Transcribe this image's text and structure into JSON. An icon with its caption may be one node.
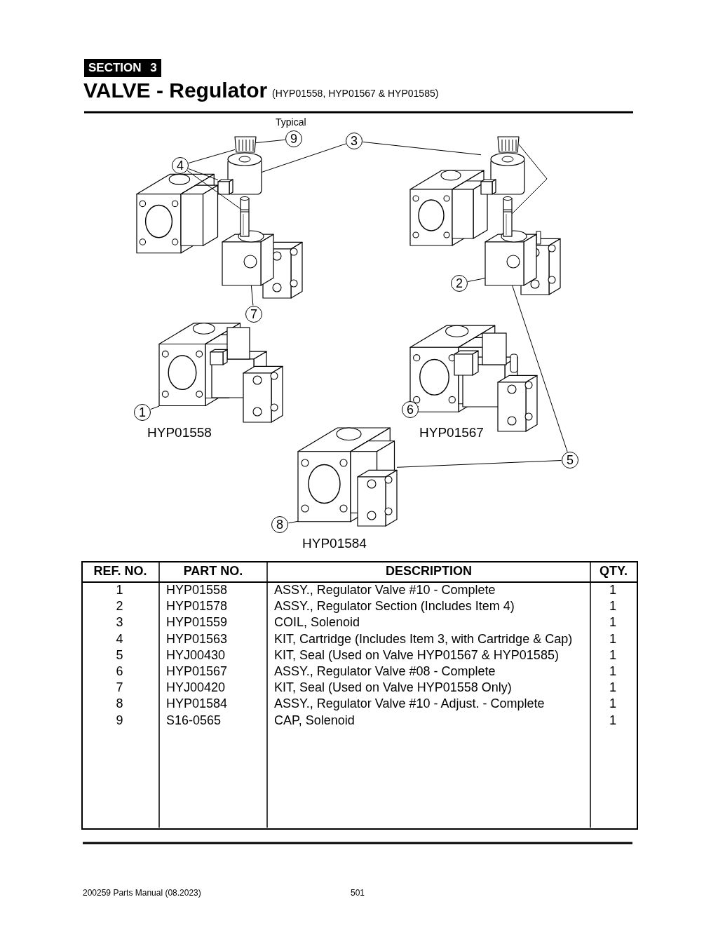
{
  "diagram": {
    "title": "VALVE - Regulator",
    "nodes": [
      {
        "text": [
          "9"
        ],
        "beside": [
          "Typical"
        ]
      },
      {
        "text": [
          "3"
        ]
      },
      {
        "text": [
          "4"
        ]
      },
      {
        "text": [
          "2"
        ]
      },
      {
        "text": [
          "7"
        ]
      },
      {
        "text": [
          "1"
        ]
      },
      {
        "text": [
          "6"
        ]
      },
      {
        "text": [
          "5"
        ]
      },
      {
        "text": [
          "8"
        ]
      },
      {
        "text": [],
        "shape": "picture"
      },
      {
        "text": [],
        "shape": "picture"
      },
      {
        "text": [],
        "shape": "picture"
      },
      {
        "text": [],
        "shape": "picture"
      },
      {
        "text": [],
        "shape": "picture"
      },
      {
        "text": [],
        "shape": "picture"
      },
      {
        "text": [],
        "shape": "picture",
        "beside": [
          "HYP01558"
        ]
      },
      {
        "text": [],
        "shape": "picture",
        "beside": [
          "HYP01567"
        ]
      },
      {
        "text": [],
        "shape": "picture",
        "beside": [
          "HYP01584"
        ]
      }
    ],
    "edges": [
      {
        "from": 0,
        "to": 9,
        "arrow": "none"
      },
      {
        "from": 1,
        "to": 10,
        "arrow": "none"
      },
      {
        "from": 1,
        "to": 13,
        "arrow": "none"
      },
      {
        "from": 2,
        "to": 9,
        "arrow": "none"
      },
      {
        "from": 2,
        "to": 10,
        "arrow": "none"
      },
      {
        "from": 2,
        "to": 11,
        "arrow": "none"
      },
      {
        "from": 3,
        "to": 14,
        "arrow": "none"
      },
      {
        "from": 4,
        "to": 12,
        "arrow": "none"
      },
      {
        "from": 5,
        "to": 15,
        "arrow": "none"
      },
      {
        "from": 6,
        "to": 16,
        "arrow": "none"
      },
      {
        "from": 7,
        "to": 14,
        "arrow": "none"
      },
      {
        "from": 7,
        "to": 17,
        "arrow": "none"
      },
      {
        "from": 8,
        "to": 17,
        "arrow": "none"
      }
    ],
    "labels": [
      "SECTION 3",
      "(HYP01558, HYP01567 & HYP01585)",
      "REF. NO.",
      "PART NO.",
      "DESCRIPTION",
      "QTY.",
      "1",
      "HYP01558",
      "ASSY., Regulator Valve #10 - Complete",
      "1",
      "2",
      "HYP01578",
      "ASSY., Regulator Section (Includes Item 4)",
      "1",
      "3",
      "HYP01559",
      "COIL, Solenoid",
      "1",
      "4",
      "HYP01563",
      "KIT, Cartridge (Includes Item 3, with Cartridge & Cap)",
      "1",
      "5",
      "HYJ00430",
      "KIT, Seal (Used on Valve HYP01567 & HYP01585)",
      "1",
      "6",
      "HYP01567",
      "ASSY., Regulator Valve #08 - Complete",
      "1",
      "7",
      "HYJ00420",
      "KIT, Seal (Used on Valve HYP01558 Only)",
      "1",
      "8",
      "HYP01584",
      "ASSY., Regulator Valve #10 - Adjust. - Complete",
      "1",
      "9",
      "S16-0565",
      "CAP, Solenoid",
      "1",
      "200259 Parts Manual (08.2023)",
      "501"
    ]
  }
}
